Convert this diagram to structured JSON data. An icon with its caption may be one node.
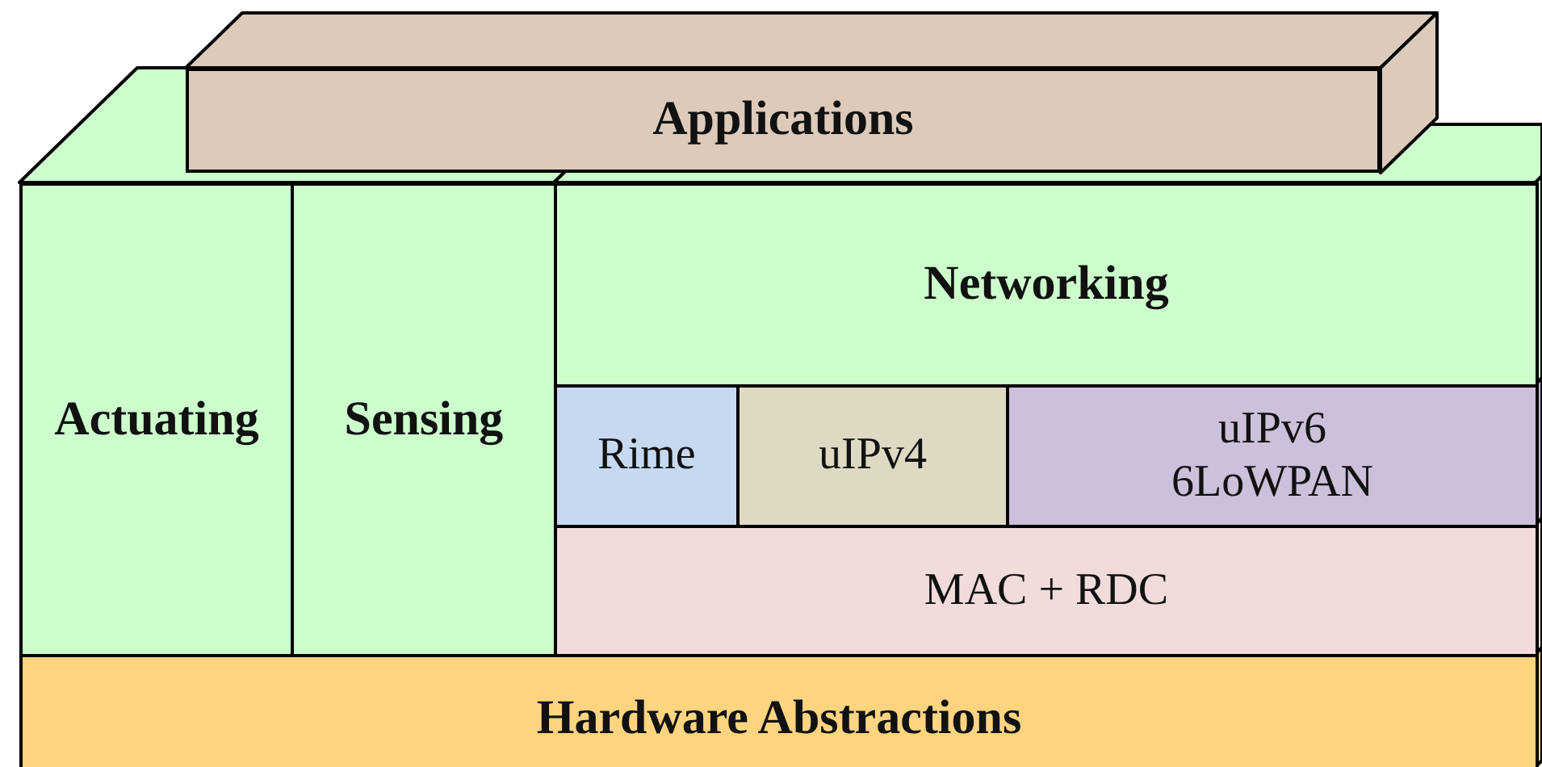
{
  "diagram": {
    "nodes": [
      {
        "text": [
          "Applications"
        ]
      },
      {
        "text": [
          "Actuating"
        ]
      },
      {
        "text": [
          "Sensing"
        ]
      },
      {
        "text": [
          "Networking"
        ]
      },
      {
        "text": [
          "Rime"
        ]
      },
      {
        "text": [
          "uIPv4"
        ]
      },
      {
        "text": [
          "uIPv6 6LoWPAN"
        ]
      },
      {
        "text": [
          "MAC + RDC"
        ]
      },
      {
        "text": [
          "Hardware Abstractions"
        ]
      }
    ]
  }
}
